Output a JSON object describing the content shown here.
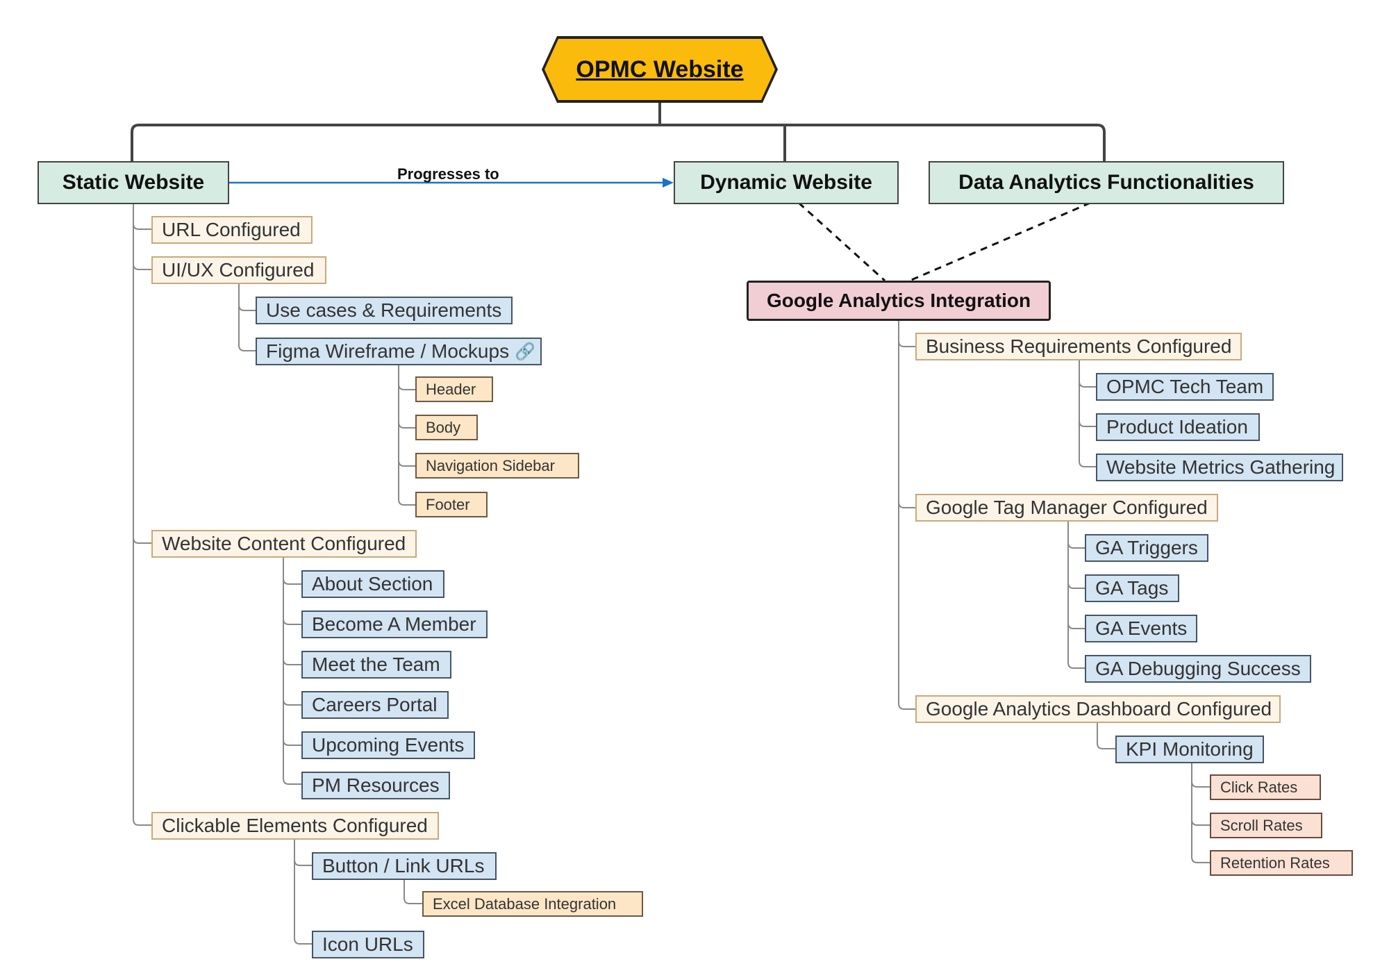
{
  "root": "OPMC Website",
  "branches": {
    "static": "Static Website",
    "dynamic": "Dynamic Website",
    "analytics": "Data Analytics Functionalities"
  },
  "edge_label": "Progresses to",
  "ga_integration": "Google Analytics Integration",
  "static_tree": {
    "url": "URL Configured",
    "uiux": "UI/UX Configured",
    "uiux_children": [
      "Use cases & Requirements",
      "Figma Wireframe / Mockups"
    ],
    "figma_children": [
      "Header",
      "Body",
      "Navigation Sidebar",
      "Footer"
    ],
    "content": "Website Content Configured",
    "content_children": [
      "About Section",
      "Become A Member",
      "Meet the Team",
      "Careers Portal",
      "Upcoming Events",
      "PM Resources"
    ],
    "clickable": "Clickable Elements Configured",
    "clickable_children": [
      "Button / Link URLs",
      "Icon URLs"
    ],
    "button_children": [
      "Excel Database Integration"
    ]
  },
  "ga_tree": {
    "business": "Business Requirements Configured",
    "business_children": [
      "OPMC Tech Team",
      "Product Ideation",
      "Website Metrics Gathering"
    ],
    "gtm": "Google Tag Manager Configured",
    "gtm_children": [
      "GA Triggers",
      "GA Tags",
      "GA Events",
      "GA Debugging Success"
    ],
    "dashboard": "Google Analytics Dashboard Configured",
    "dashboard_children": [
      "KPI Monitoring"
    ],
    "kpi_children": [
      "Click Rates",
      "Scroll Rates",
      "Retention Rates"
    ]
  },
  "colors": {
    "root": "#fbbb0c",
    "main_node": "#d6ebe2",
    "ga_node": "#f1cdd4",
    "level1": "#fdf4e8",
    "level2": "#d3e4f2",
    "level3": "#fde6c6",
    "arrow": "#1b73c8"
  },
  "icons": {
    "figma_link": "link-icon"
  }
}
